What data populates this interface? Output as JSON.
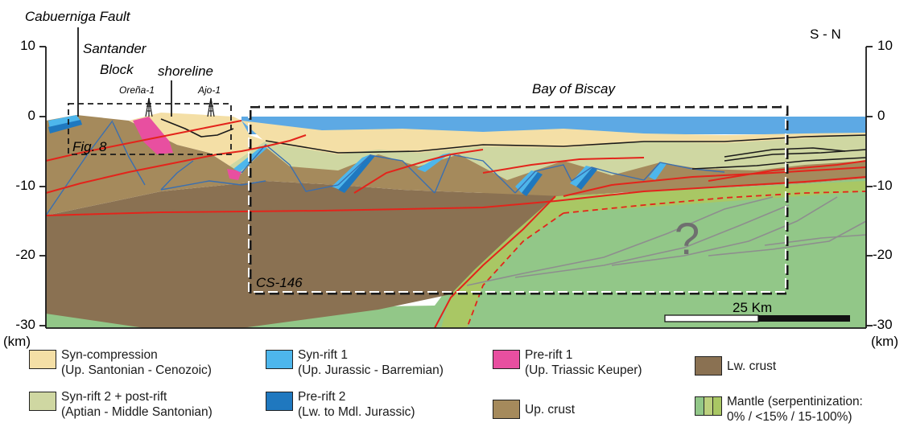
{
  "labels": {
    "fault": "Cabuerniga Fault",
    "block_line1": "Santander",
    "block_line2": "Block",
    "shoreline": "shoreline",
    "well1": "Oreña-1",
    "well2": "Ajo-1",
    "bay": "Bay of Biscay",
    "fig": "Fig. 8",
    "profile": "CS-146",
    "direction": "S - N",
    "question": "?",
    "scale": "25 Km"
  },
  "axis": {
    "ticks": [
      "10",
      "0",
      "-10",
      "-20",
      "-30"
    ],
    "unit": "(km)"
  },
  "colors": {
    "sea": "#5da9e4",
    "syn_compression": "#f4dfa6",
    "syn_rift2": "#cfd7a2",
    "syn_rift1": "#4db6ec",
    "pre_rift2": "#1f78bf",
    "pre_rift1": "#e84fa0",
    "up_crust": "#a58a5c",
    "lw_crust": "#8a7152",
    "mantle": "#92c788",
    "mantle_mid": "#bcd07e",
    "mantle_serp": "#a9c764",
    "fault_red": "#e3241b",
    "gray_lines": "#8e8e8e"
  },
  "legend": [
    {
      "key": "syn_compression",
      "line1": "Syn-compression",
      "line2": "(Up. Santonian - Cenozoic)"
    },
    {
      "key": "syn_rift1",
      "line1": "Syn-rift 1",
      "line2": "(Up. Jurassic - Barremian)"
    },
    {
      "key": "pre_rift1",
      "line1": "Pre-rift 1",
      "line2": "(Up. Triassic Keuper)"
    },
    {
      "key": "lw_crust",
      "line1": "Lw. crust",
      "line2": ""
    },
    {
      "key": "syn_rift2",
      "line1": "Syn-rift 2 + post-rift",
      "line2": "(Aptian - Middle Santonian)"
    },
    {
      "key": "pre_rift2",
      "line1": "Pre-rift 2",
      "line2": "(Lw. to Mdl.  Jurassic)"
    },
    {
      "key": "up_crust",
      "line1": "Up. crust",
      "line2": ""
    },
    {
      "key": "mantle",
      "line1": "Mantle (serpentinization:",
      "line2": "0% / <15% / 15-100%)"
    }
  ]
}
